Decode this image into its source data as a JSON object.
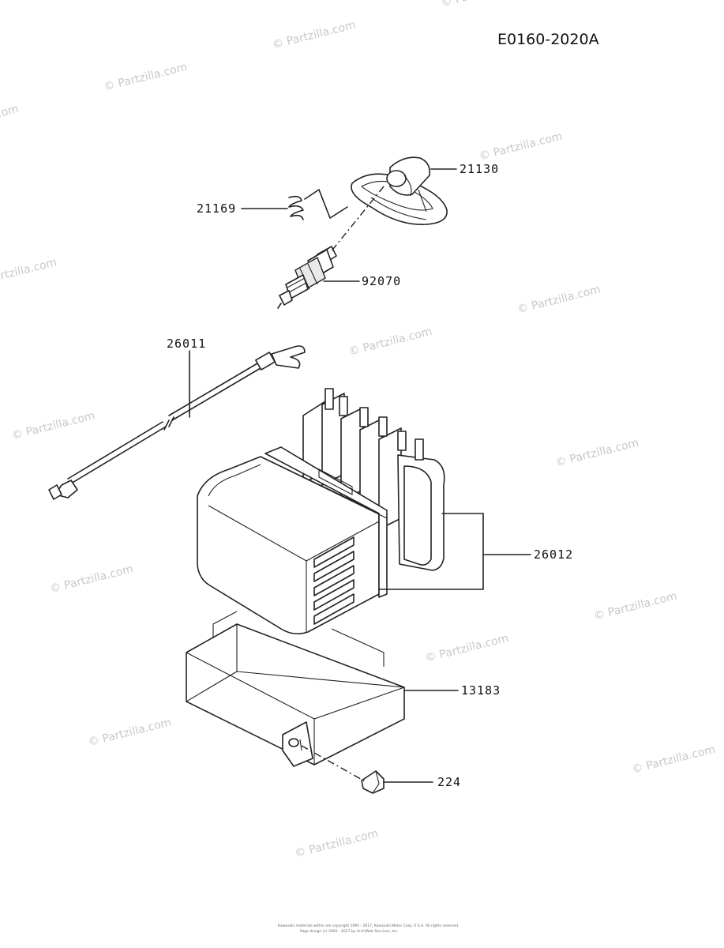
{
  "diagram_code": "E0160-2020A",
  "watermark_text": "© Partzilla.com",
  "parts": [
    {
      "number": "21130",
      "part": "spark-plug-cap"
    },
    {
      "number": "21169",
      "part": "spring"
    },
    {
      "number": "92070",
      "part": "spark-plug"
    },
    {
      "number": "26011",
      "part": "wire-lead"
    },
    {
      "number": "26012",
      "part": "ignition-coil-assembly"
    },
    {
      "number": "13183",
      "part": "bracket"
    },
    {
      "number": "224",
      "part": "bolt"
    }
  ],
  "footer": [
    "Kawasaki materials within are copyright 1995 - 2017, Kawasaki Motor Corp, U.S.A. All rights reserved.",
    "Page design (c) 2002 - 2017 by ArchiWeb Services, Inc."
  ]
}
